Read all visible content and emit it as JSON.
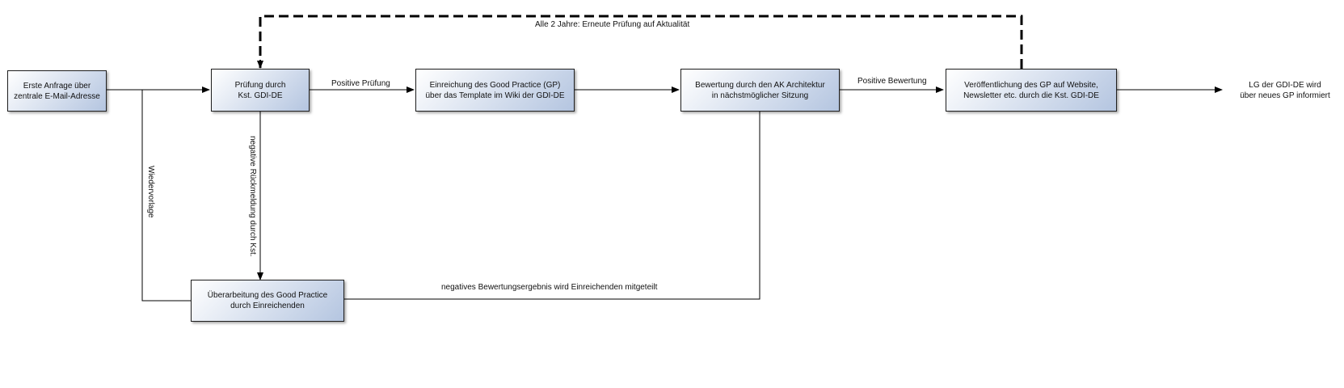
{
  "boxes": {
    "anfrage": "Erste Anfrage über\nzentrale E-Mail-Adresse",
    "pruefung": "Prüfung durch\nKst. GDI-DE",
    "einreichung": "Einreichung des Good Practice (GP)\nüber das Template im Wiki der GDI-DE",
    "bewertung": "Bewertung durch den AK Architektur\nin nächstmöglicher Sitzung",
    "veroeffentlichung": "Veröffentlichung des GP auf Website,\nNewsletter etc. durch die Kst. GDI-DE",
    "ueberarbeitung": "Überarbeitung des Good Practice\ndurch Einreichenden"
  },
  "end_text": "LG der GDI-DE wird\nüber neues GP informiert",
  "labels": {
    "positive_pruefung": "Positive Prüfung",
    "positive_bewertung": "Positive Bewertung",
    "aktualitaet": "Alle 2 Jahre: Erneute Prüfung auf Aktualität",
    "negative_rueckmeldung": "negative Rückmeldung durch Kst.",
    "wiedervorlage": "Wiedervorlage",
    "negatives_ergebnis": "negatives Bewertungsergebnis wird Einreichenden mitgeteilt"
  },
  "colors": {
    "box_fill_light": "#ffffff",
    "box_fill_dark": "#b4c5e0",
    "line": "#000000"
  }
}
